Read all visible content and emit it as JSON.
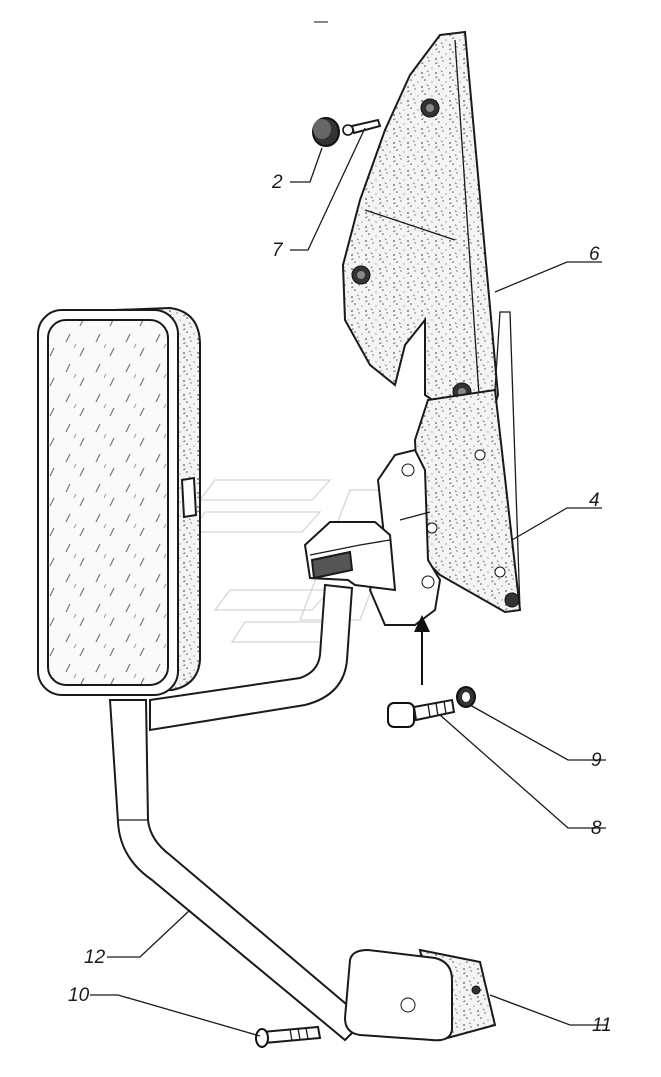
{
  "callouts": [
    {
      "id": "2",
      "text": "2"
    },
    {
      "id": "7",
      "text": "7"
    },
    {
      "id": "6",
      "text": "6"
    },
    {
      "id": "4",
      "text": "4"
    },
    {
      "id": "9",
      "text": "9"
    },
    {
      "id": "8",
      "text": "8"
    },
    {
      "id": "12",
      "text": "12"
    },
    {
      "id": "10",
      "text": "10"
    },
    {
      "id": "11",
      "text": "11"
    }
  ]
}
